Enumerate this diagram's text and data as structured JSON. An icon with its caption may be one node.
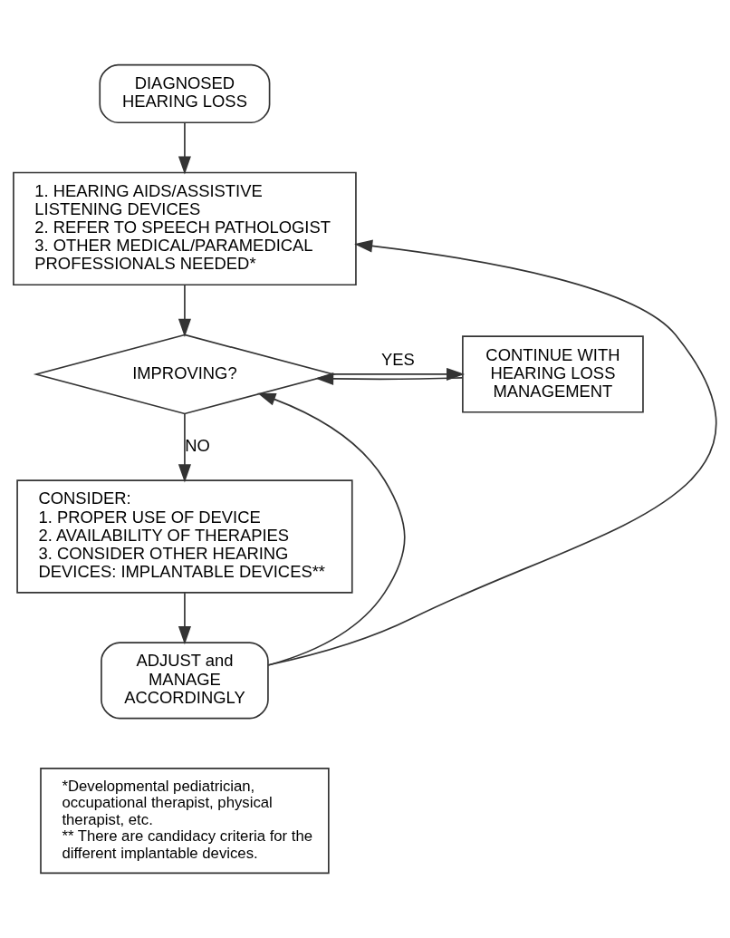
{
  "diagram": {
    "nodes": [
      {
        "text": [
          "DIAGNOSED HEARING LOSS"
        ]
      },
      {
        "text": [
          "1. HEARING AIDS/ASSISTIVE LISTENING DEVICES",
          "2. REFER TO SPEECH PATHOLOGIST",
          "3. OTHER MEDICAL/PARAMEDICAL PROFESSIONALS NEEDED*"
        ]
      },
      {
        "text": [
          "IMPROVING?"
        ]
      },
      {
        "text": [
          "CONTINUE WITH HEARING LOSS MANAGEMENT"
        ]
      },
      {
        "text": [
          "CONSIDER:",
          "1. PROPER USE OF DEVICE",
          "2. AVAILABILITY OF THERAPIES",
          "3. CONSIDER OTHER HEARING DEVICES: IMPLANTABLE DEVICES**"
        ]
      },
      {
        "text": [
          "ADJUST and MANAGE ACCORDINGLY"
        ]
      },
      {
        "text": [
          "*Developmental pediatrician, occupational therapist, physical therapist, etc.",
          "** There are candidacy criteria for the different implantable devices."
        ]
      }
    ],
    "edges": [
      {
        "from": 0,
        "to": 1,
        "arrow": "to"
      },
      {
        "from": 1,
        "to": 2,
        "arrow": "to"
      },
      {
        "from": 2,
        "to": 3,
        "arrow": "to",
        "label": "YES"
      },
      {
        "from": 3,
        "to": 2,
        "arrow": "to"
      },
      {
        "from": 2,
        "to": 4,
        "arrow": "to",
        "label": "NO"
      },
      {
        "from": 4,
        "to": 5,
        "arrow": "to"
      },
      {
        "from": 5,
        "to": 1,
        "arrow": "to"
      },
      {
        "from": 5,
        "to": 2,
        "arrow": "to"
      }
    ]
  }
}
